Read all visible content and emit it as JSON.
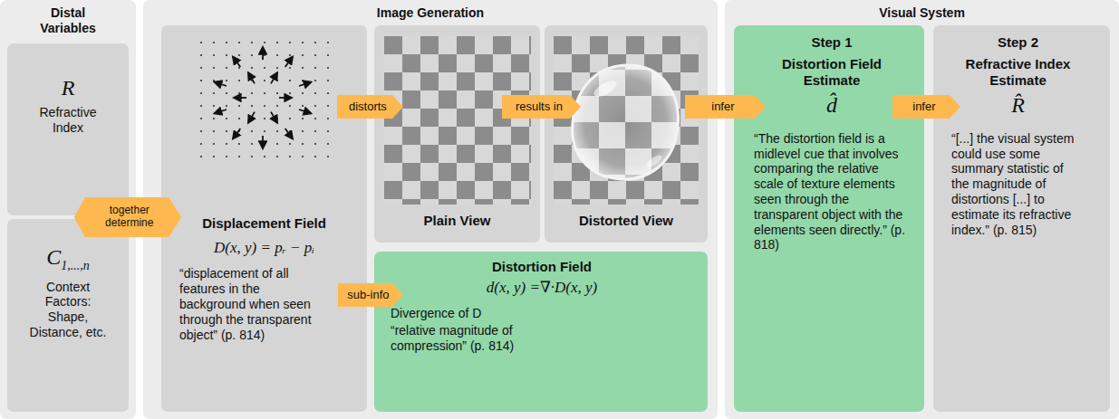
{
  "diagram": {
    "nodes": [
      {
        "text": [
          "Distal Variables"
        ]
      },
      {
        "text": [
          "R",
          "Refractive Index"
        ],
        "in": 0
      },
      {
        "text": [
          "C",
          "1,...,n",
          "Context Factors: Shape, Distance, etc."
        ],
        "in": 0
      },
      {
        "text": [
          "Image Generation"
        ]
      },
      {
        "text": [
          "Displacement Field",
          "D(x, y) = pᵣ − pᵢ",
          "“displacement of all features in the background when seen through the transparent object” (p. 814)"
        ],
        "in": 3
      },
      {
        "text": [
          "Plain View"
        ],
        "in": 3
      },
      {
        "text": [
          "Distorted View"
        ],
        "in": 3
      },
      {
        "text": [
          "Distortion Field",
          "d(x, y) =∇·D(x, y)",
          "Divergence of D",
          "“relative magnitude of compression” (p. 814)"
        ],
        "in": 3
      },
      {
        "text": [
          "Visual System"
        ]
      },
      {
        "text": [
          "Step 1",
          "Distortion Field Estimate",
          "d̂",
          "“The distortion field is a midlevel cue that involves comparing the relative scale of texture elements seen through the transparent object with the elements seen directly.” (p. 818)"
        ],
        "in": 8
      },
      {
        "text": [
          "Step 2",
          "Refractive Index Estimate",
          "R̂",
          "“[...] the visual system could use some summary statistic of the magnitude of distortions [...] to estimate its refractive index.” (p. 815)"
        ],
        "in": 8
      }
    ],
    "edges": [
      {
        "from": 1,
        "to": 4,
        "label": "together determine",
        "arrow": "to"
      },
      {
        "from": 2,
        "to": 4,
        "arrow": "to"
      },
      {
        "from": 4,
        "to": 5,
        "label": "distorts",
        "arrow": "to"
      },
      {
        "from": 5,
        "to": 6,
        "label": "results in",
        "arrow": "to"
      },
      {
        "from": 6,
        "to": 9,
        "label": "infer",
        "arrow": "to"
      },
      {
        "from": 9,
        "to": 10,
        "label": "infer",
        "arrow": "to"
      },
      {
        "from": 4,
        "to": 7,
        "label": "sub-info",
        "arrow": "to"
      }
    ]
  }
}
